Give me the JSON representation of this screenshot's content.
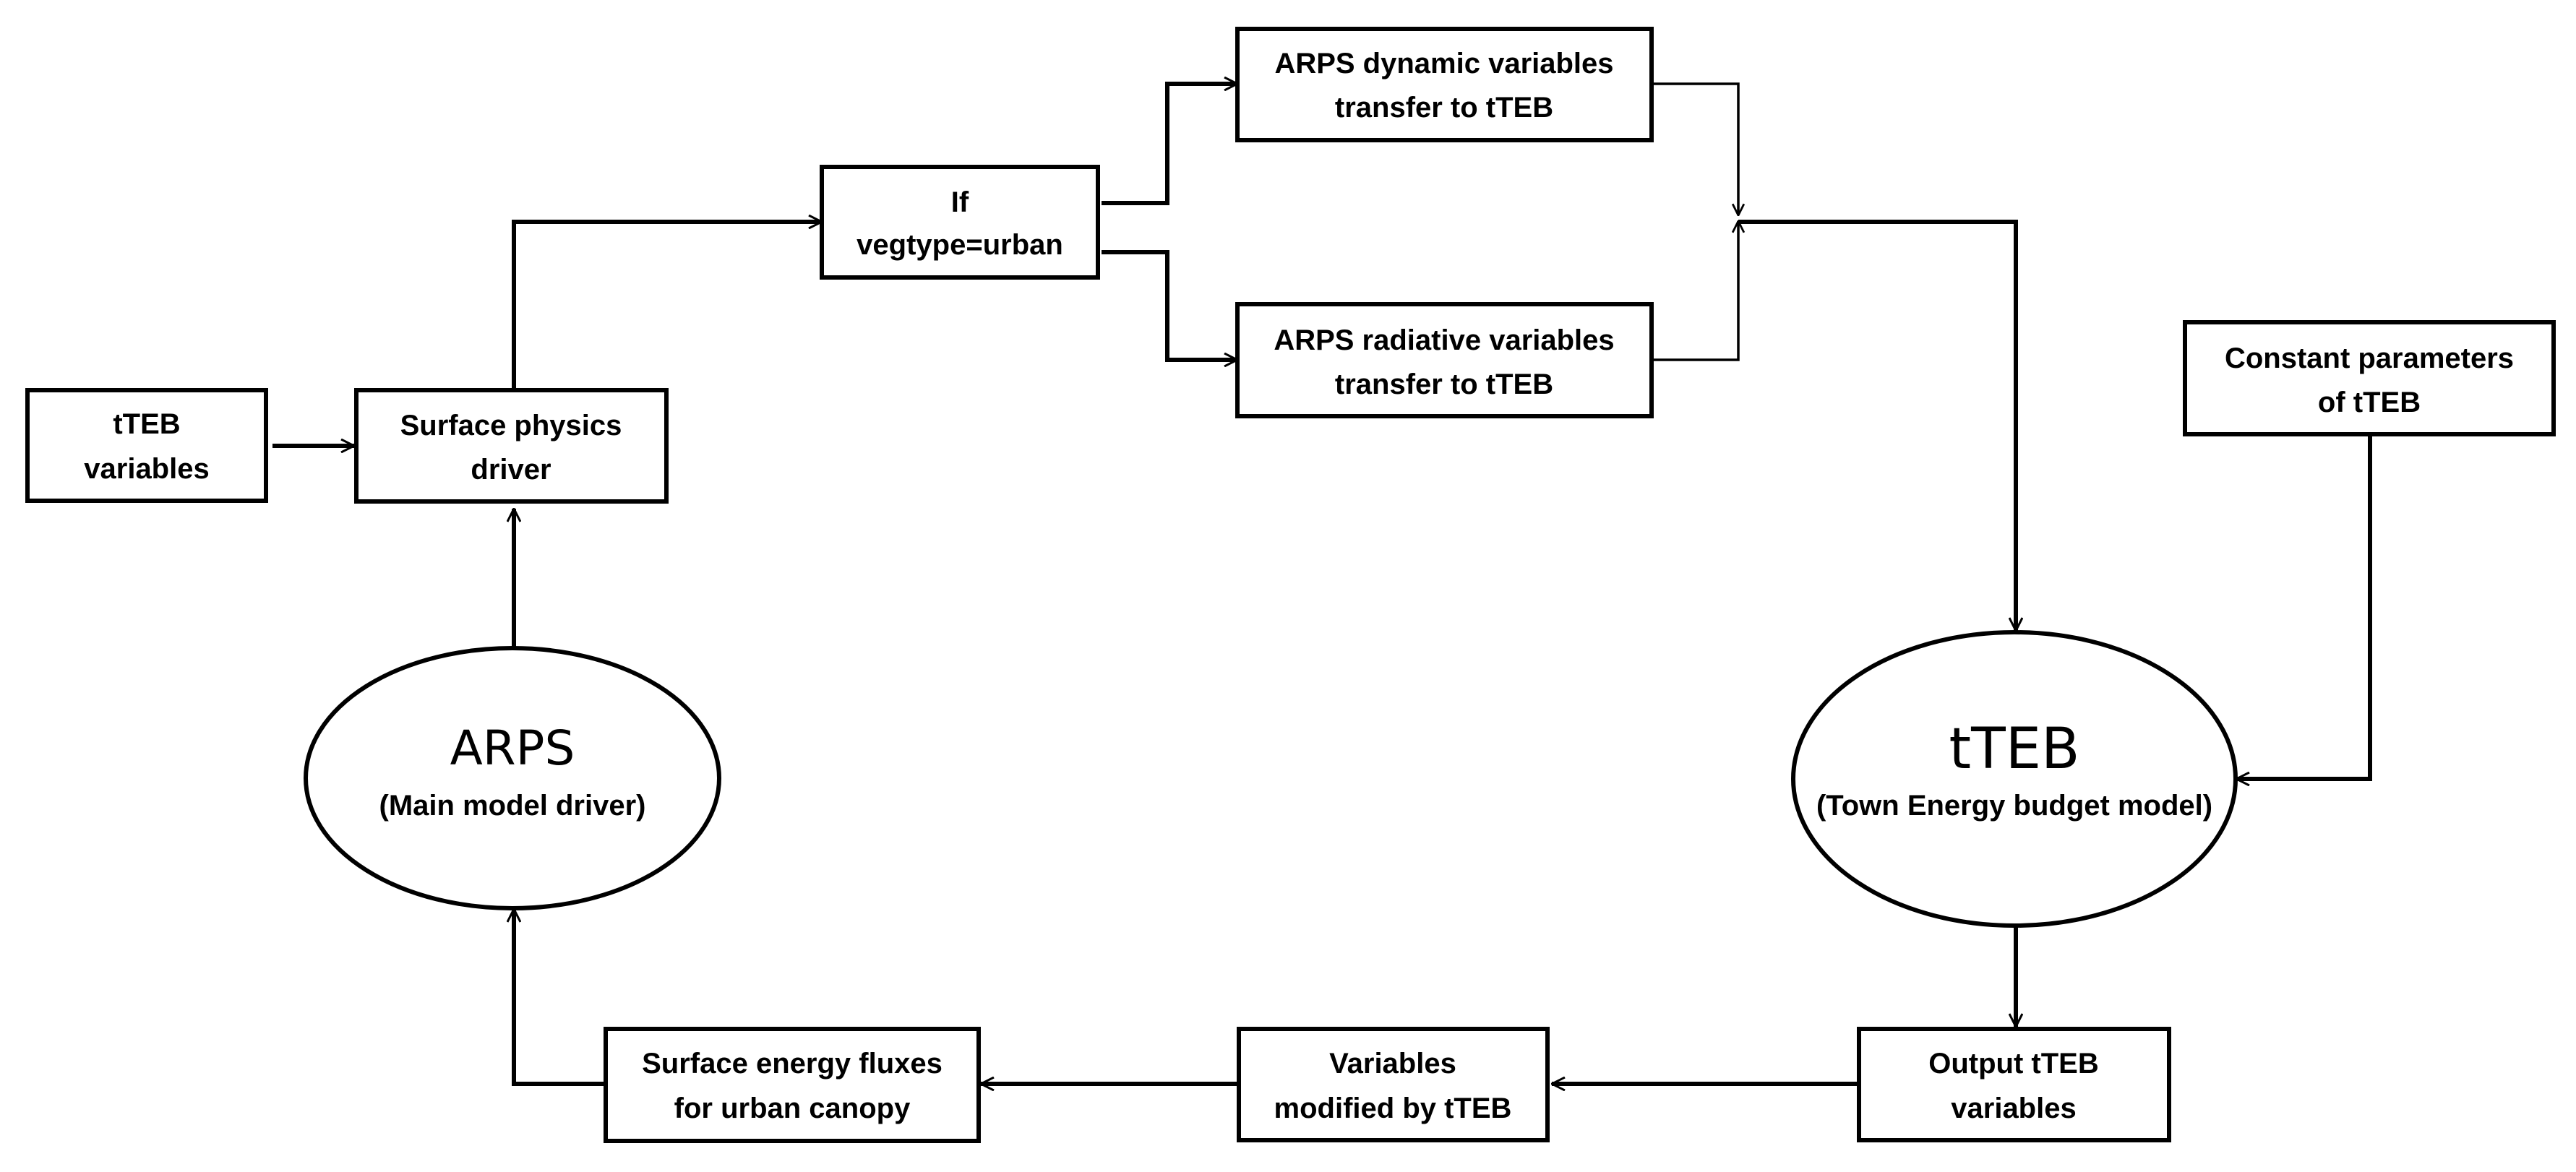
{
  "nodes": {
    "tteb_variables": {
      "line1": "tTEB",
      "line2": "variables"
    },
    "surface_physics_driver": {
      "line1": "Surface physics",
      "line2": "driver"
    },
    "if_vegtype": {
      "line1": "If",
      "line2": "vegtype=urban"
    },
    "arps_dynamic": {
      "line1": "ARPS dynamic variables",
      "line2": "transfer to  tTEB"
    },
    "arps_radiative": {
      "line1": "ARPS radiative variables",
      "line2": "transfer to  tTEB"
    },
    "constant_parameters": {
      "line1": "Constant parameters",
      "line2": "of  tTEB"
    },
    "arps": {
      "title": "ARPS",
      "subtitle": "(Main model driver)"
    },
    "tteb_model": {
      "title": "tTEB",
      "subtitle": "(Town Energy budget model)"
    },
    "output_tteb": {
      "line1": "Output tTEB",
      "line2": "variables"
    },
    "variables_modified": {
      "line1": "Variables",
      "line2": "modified by tTEB"
    },
    "surface_energy_fluxes": {
      "line1": "Surface energy fluxes",
      "line2": "for urban canopy"
    }
  }
}
